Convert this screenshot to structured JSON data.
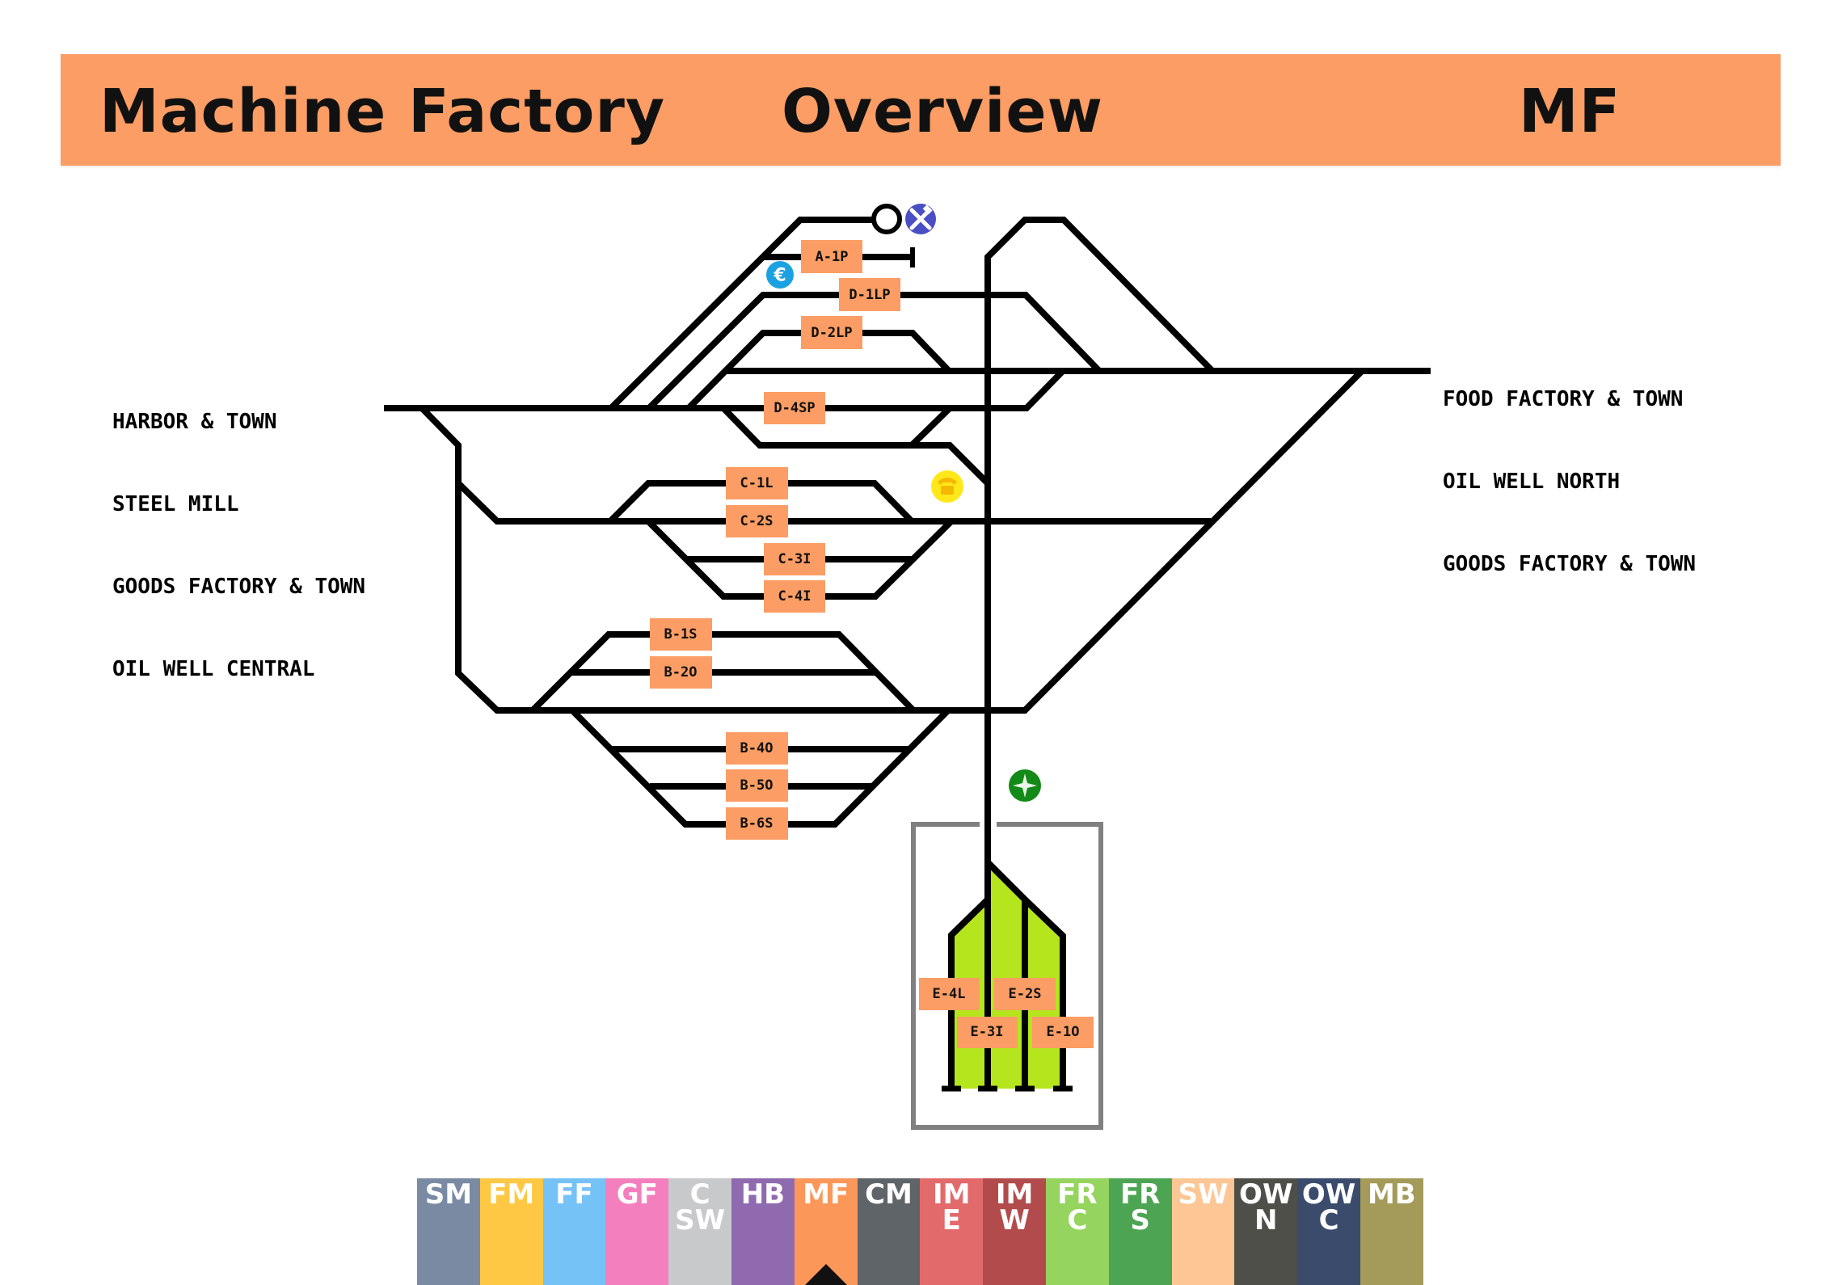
{
  "header": {
    "title": "Machine Factory",
    "subtitle": "Overview",
    "code": "MF",
    "background": "#fb9d64"
  },
  "destinations": {
    "left": [
      "HARBOR & TOWN",
      "STEEL MILL",
      "GOODS FACTORY & TOWN",
      "OIL WELL CENTRAL"
    ],
    "right": [
      "FOOD FACTORY & TOWN",
      "OIL WELL NORTH",
      "GOODS FACTORY & TOWN"
    ]
  },
  "tracks": {
    "A": [
      "A-1P"
    ],
    "D": [
      "D-1LP",
      "D-2LP",
      "D-4SP"
    ],
    "C": [
      "C-1L",
      "C-2S",
      "C-3I",
      "C-4I"
    ],
    "B": [
      "B-1S",
      "B-2O",
      "B-4O",
      "B-5O",
      "B-6S"
    ],
    "E": [
      "E-4L",
      "E-2S",
      "E-3I",
      "E-1O"
    ]
  },
  "icons": {
    "depot": {
      "name": "wrench-hammer-icon",
      "color": "#4b4fc4"
    },
    "station": {
      "name": "signal-circle-icon"
    },
    "money": {
      "name": "euro-icon",
      "color": "#1ba1e2"
    },
    "phone": {
      "name": "telephone-icon",
      "color": "#ffe81a"
    },
    "compass": {
      "name": "compass-star-icon",
      "color": "#138a17"
    }
  },
  "yard_color": "#b5e61d",
  "nav": {
    "active": "MF",
    "tabs": [
      {
        "l1": "SM",
        "l2": "",
        "color": "#7a8aa3"
      },
      {
        "l1": "FM",
        "l2": "",
        "color": "#fec844"
      },
      {
        "l1": "FF",
        "l2": "",
        "color": "#75c2f6"
      },
      {
        "l1": "GF",
        "l2": "",
        "color": "#f47fbe"
      },
      {
        "l1": "C",
        "l2": "SW",
        "color": "#c8c9cb"
      },
      {
        "l1": "HB",
        "l2": "",
        "color": "#8f6aaf"
      },
      {
        "l1": "MF",
        "l2": "",
        "color": "#fb9758"
      },
      {
        "l1": "CM",
        "l2": "",
        "color": "#5f6469"
      },
      {
        "l1": "IM",
        "l2": "E",
        "color": "#e26a6a"
      },
      {
        "l1": "IM",
        "l2": "W",
        "color": "#b24b4b"
      },
      {
        "l1": "FR",
        "l2": "C",
        "color": "#95d45e"
      },
      {
        "l1": "FR",
        "l2": "S",
        "color": "#4da553"
      },
      {
        "l1": "SW",
        "l2": "",
        "color": "#fdc795"
      },
      {
        "l1": "OW",
        "l2": "N",
        "color": "#4f4f4a"
      },
      {
        "l1": "OW",
        "l2": "C",
        "color": "#3b4b6c"
      },
      {
        "l1": "MB",
        "l2": "",
        "color": "#a49a5a"
      }
    ]
  }
}
